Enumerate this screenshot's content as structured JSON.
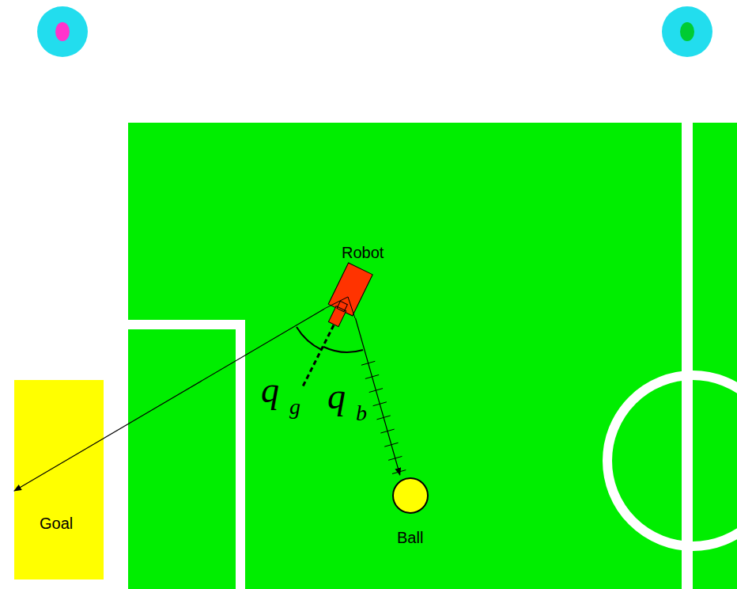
{
  "diagram": {
    "nodes": [
      {
        "text": [
          "Robot"
        ]
      },
      {
        "text": [
          "Goal"
        ]
      },
      {
        "text": [
          "Ball"
        ]
      }
    ],
    "edges": [
      {
        "from": 0,
        "to": 1,
        "arrow": "to"
      },
      {
        "from": 0,
        "to": 2,
        "arrow": "to"
      }
    ],
    "labels": [
      "q",
      "g",
      "q",
      "b"
    ]
  }
}
